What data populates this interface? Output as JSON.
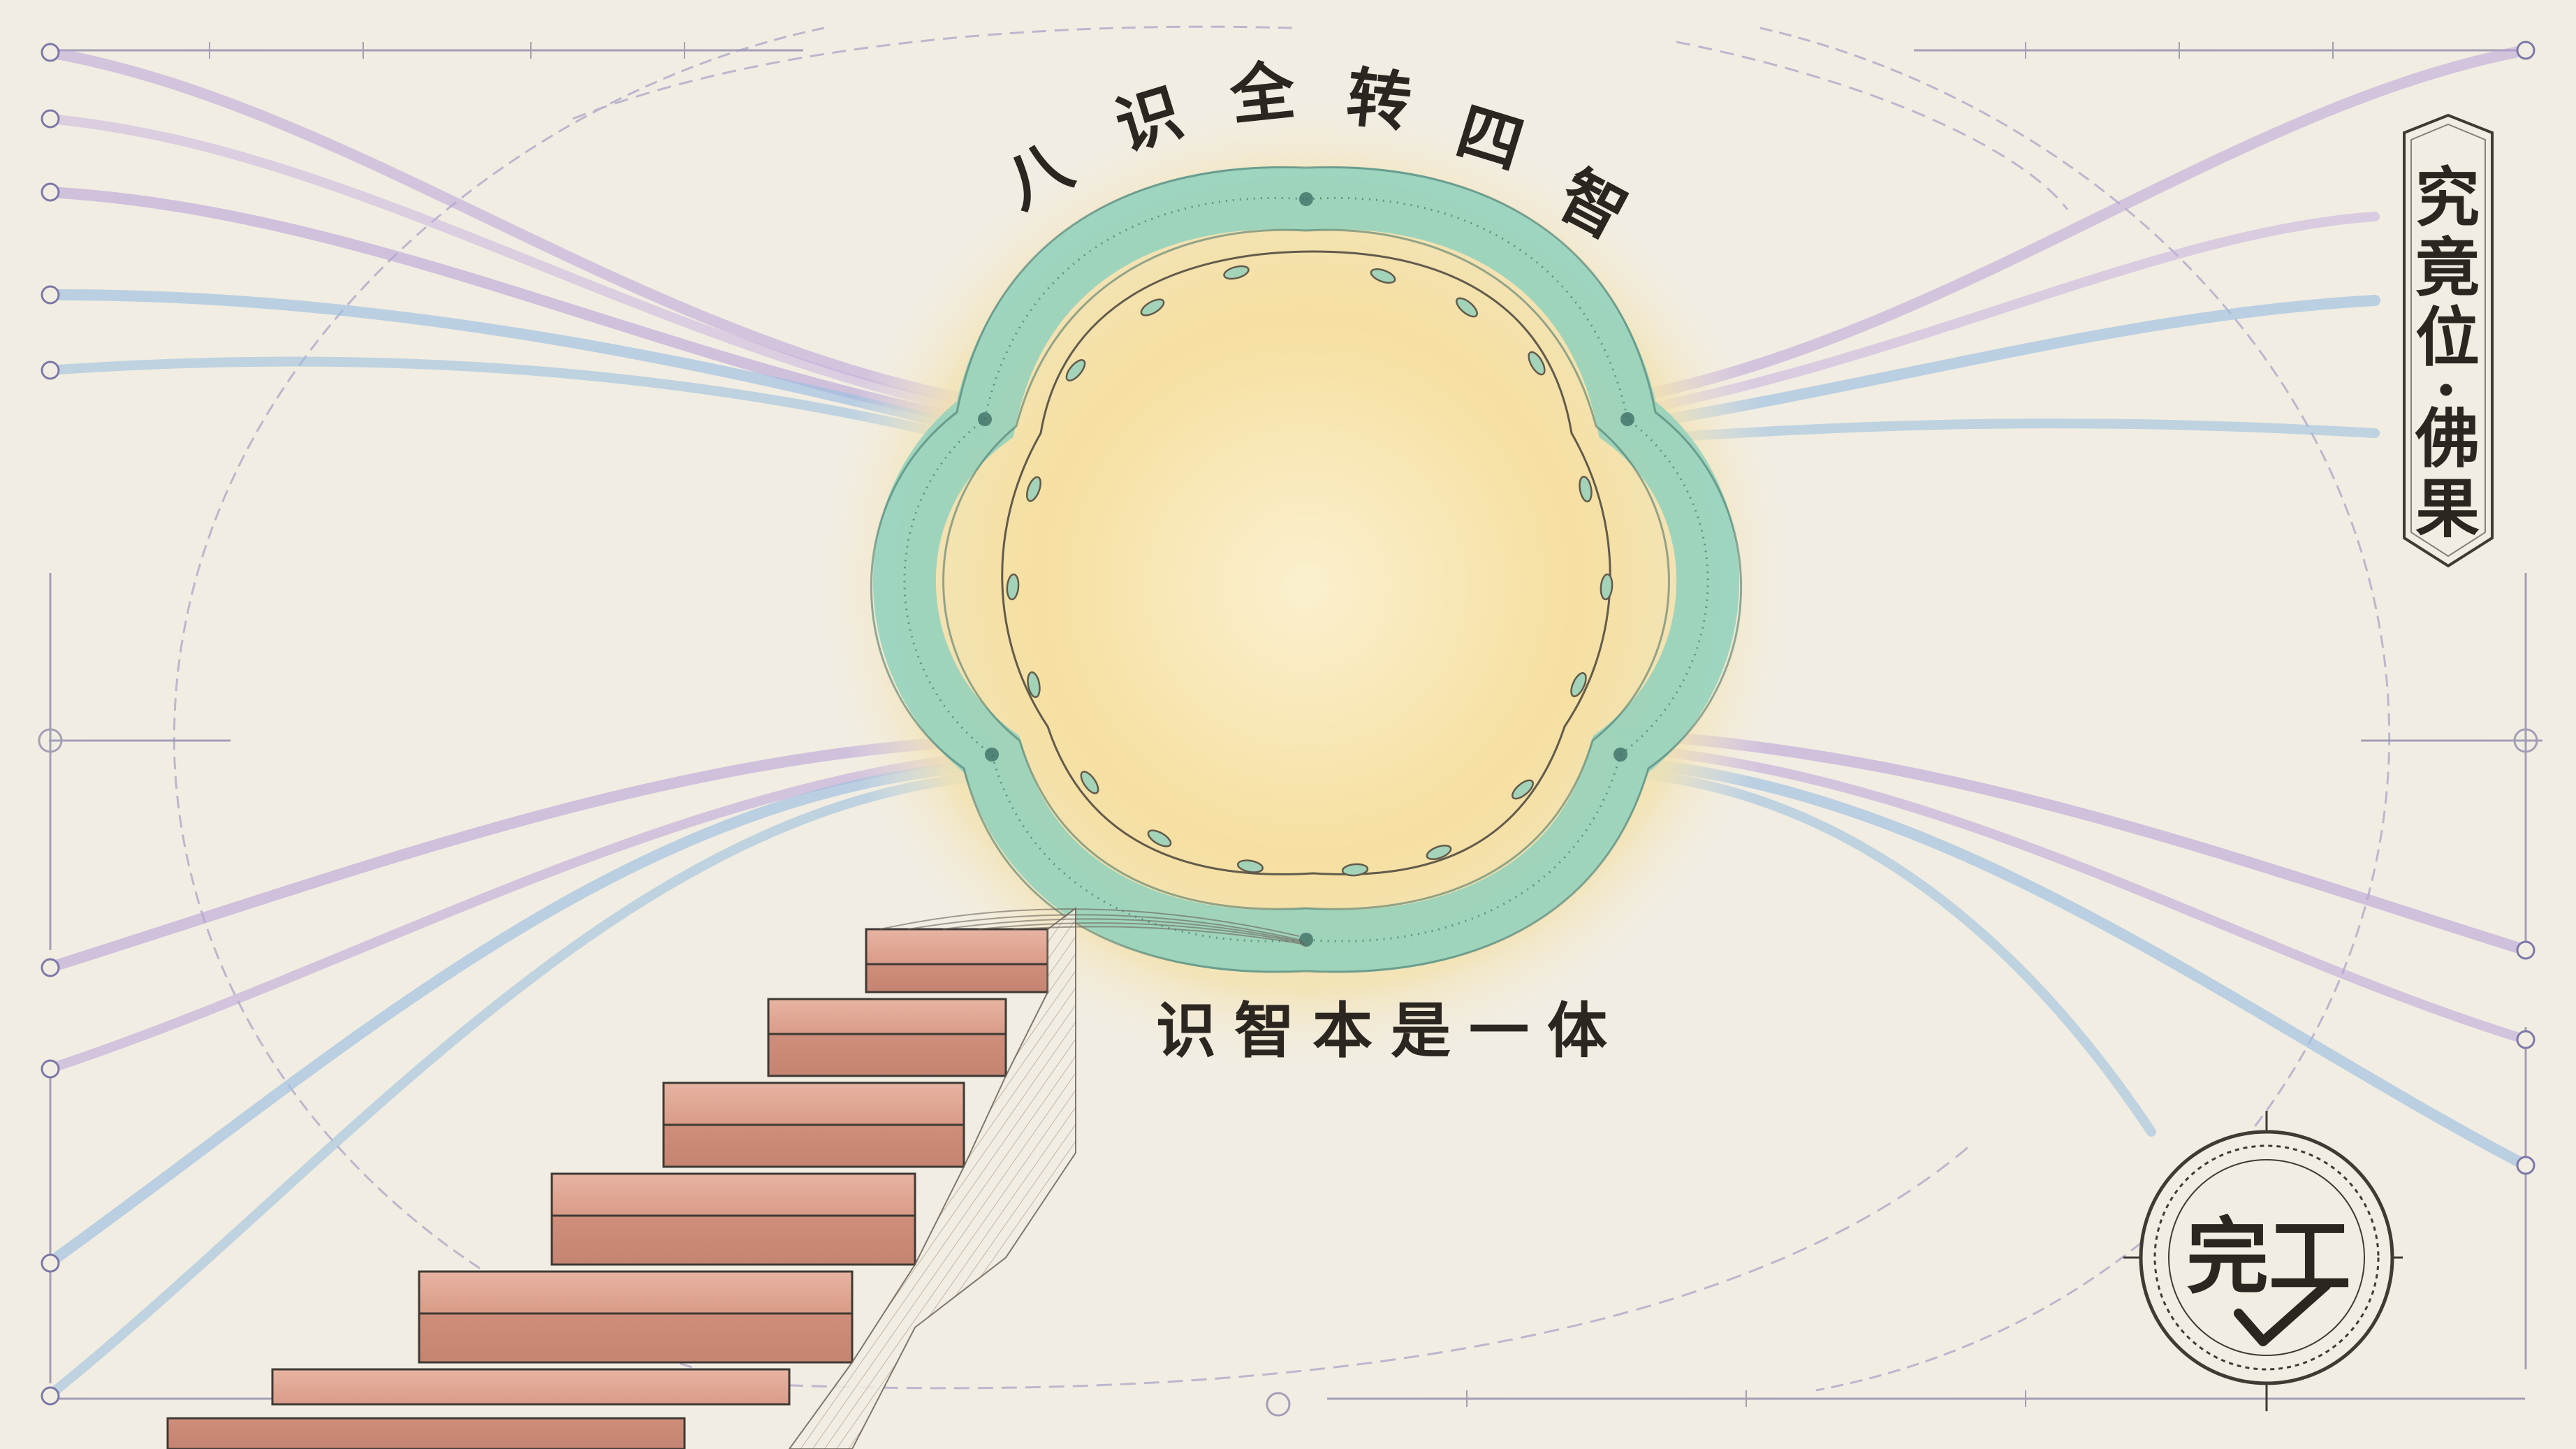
{
  "title": "八识全转四智",
  "subtitle": "识智本是一体",
  "side_label": {
    "top": "究竟位",
    "separator": "·",
    "bottom": "佛果"
  },
  "seal": {
    "text": "完工",
    "icon": "checkmark-icon"
  },
  "colors": {
    "paper": "#f1ede2",
    "glow": "#f6dfa0",
    "ring": "#8fd1bd",
    "stream_purple": "#b9a2d8",
    "stream_blue": "#9dbfe0",
    "stairs": "#d99b88",
    "ink": "#2b2620"
  }
}
